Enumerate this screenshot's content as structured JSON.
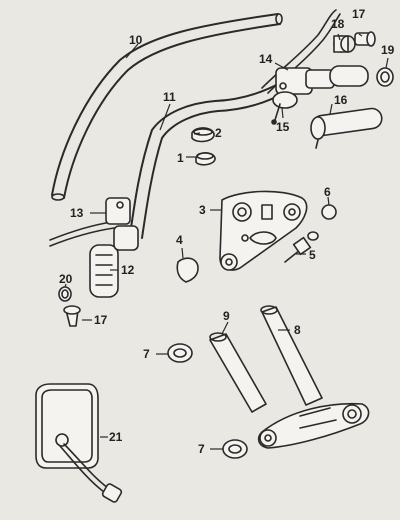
{
  "callouts": {
    "c10": "10",
    "c11": "11",
    "c18": "18",
    "c17a": "17",
    "c19": "19",
    "c14": "14",
    "c16": "16",
    "c15": "15",
    "c2": "2",
    "c1": "1",
    "c6": "6",
    "c3": "3",
    "c13": "13",
    "c4": "4",
    "c5": "5",
    "c20": "20",
    "c12": "12",
    "c17b": "17",
    "c9": "9",
    "c8": "8",
    "c7a": "7",
    "c7b": "7",
    "c21": "21"
  },
  "colors": {
    "paper": "#e9e8e3",
    "ink": "#2a2a2a"
  }
}
